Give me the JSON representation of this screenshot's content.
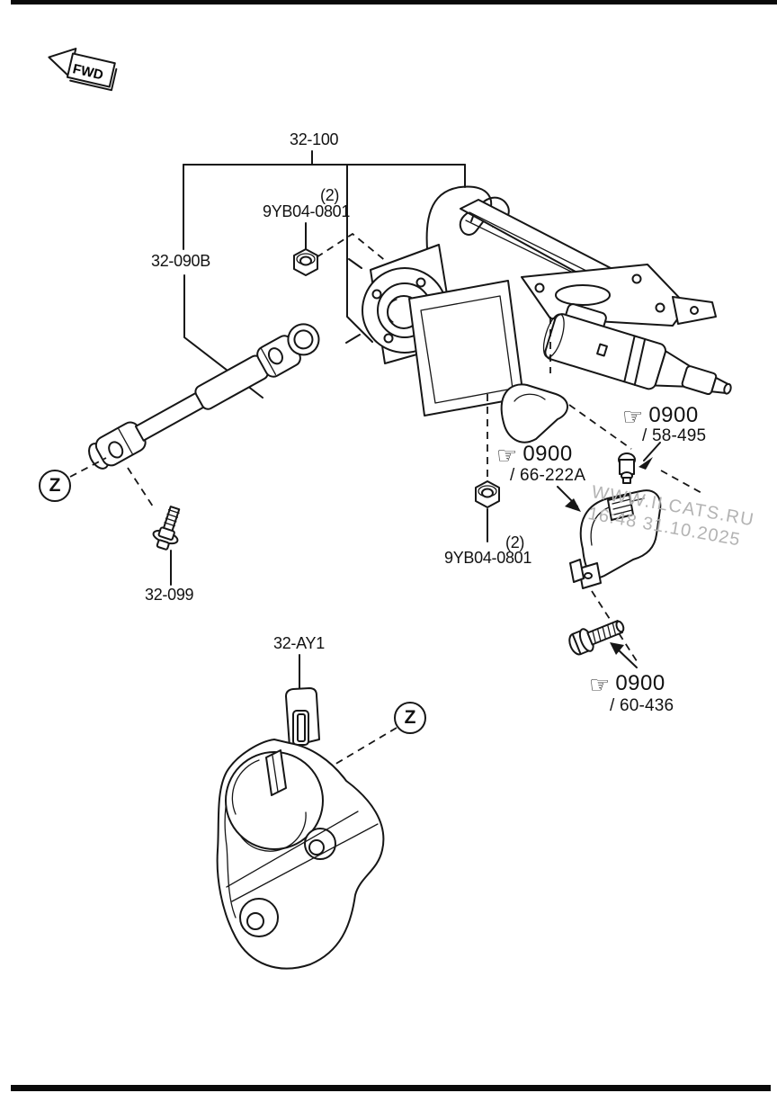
{
  "fwd": {
    "label": "FWD"
  },
  "bracket": {
    "assembly": "32-100"
  },
  "parts": {
    "shaft": "32-090B",
    "bolt": "32-099",
    "mount_bracket": "32-AY1"
  },
  "nuts": {
    "upper": {
      "qty": "(2)",
      "part": "9YB04-0801"
    },
    "lower": {
      "qty": "(2)",
      "part": "9YB04-0801"
    }
  },
  "views": {
    "left": "Z",
    "right": "Z"
  },
  "refs": {
    "r58": {
      "code": "0900",
      "num": "/ 58-495"
    },
    "r66": {
      "code": "0900",
      "num": "/ 66-222A"
    },
    "r60": {
      "code": "0900",
      "num": "/ 60-436"
    }
  },
  "watermark": {
    "line1": "WWW.ILCATS.RU",
    "line2": "16:48 31.10.2025"
  },
  "icons": {
    "hand": "☞"
  },
  "colors": {
    "line": "#161616",
    "watermark": "#b3b3b3",
    "background": "#ffffff"
  }
}
